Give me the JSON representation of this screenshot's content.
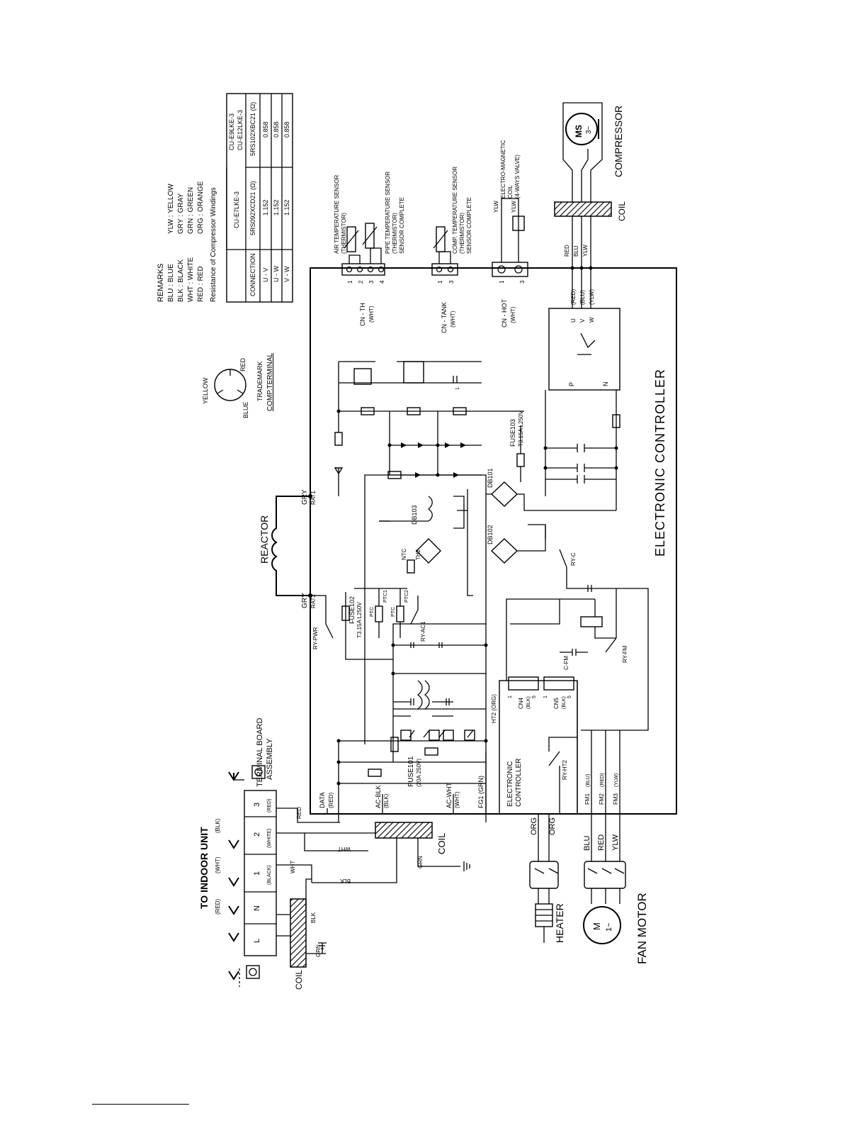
{
  "remarks": {
    "title": "REMARKS",
    "colors": [
      "BLU : BLUE",
      "BLK : BLACK",
      "WHT : WHITE",
      "RED : RED",
      "YLW : YELLOW",
      "GRY : GRAY",
      "GRN : GREEN",
      "ORG : ORANGE"
    ],
    "resistance_title": "Resistance of Compressor Windings",
    "table": {
      "headers": [
        "CONNECTION",
        "CU-E7LKE-3",
        "CU-E9LKE-3"
      ],
      "header_extra": "CU-E12LKE-3",
      "subheaders": [
        "",
        "5RS092XCD21 (Ω)",
        "5RS102XBC21 (Ω)"
      ],
      "rows": [
        [
          "U - V",
          "1.152",
          "0.858"
        ],
        [
          "U - W",
          "1.152",
          "0.858"
        ],
        [
          "V - W",
          "1.152",
          "0.858"
        ]
      ]
    }
  },
  "comp_terminal": {
    "title": "COMP.TERMINAL",
    "trademark": "TRADEMARK",
    "yellow": "YELLOW",
    "red": "RED",
    "blue": "BLUE"
  },
  "labels": {
    "to_indoor_unit": "TO INDOOR UNIT",
    "terminal_board": "TERMINAL BOARD",
    "assembly": "ASSEMBLY",
    "coil": "COIL",
    "reactor": "REACTOR",
    "electronic_controller": "ELECTRONIC CONTROLLER",
    "electronic_controller_small_1": "ELECTRONIC",
    "electronic_controller_small_2": "CONTROLLER",
    "compressor": "COMPRESSOR",
    "fan_motor": "FAN MOTOR",
    "heater": "HEATER",
    "motor_symbol_1": "M",
    "motor_symbol_2": "1~",
    "ms_symbol_1": "MS",
    "ms_symbol_2": "3~"
  },
  "terminal": {
    "cells": [
      "L",
      "N",
      "1",
      "2",
      "3"
    ],
    "sub": [
      "(BLACK)",
      "(WHITE)",
      "(RED)"
    ],
    "top": [
      "(BLK)",
      "(WHT)",
      "(RED)"
    ]
  },
  "wires": {
    "blk": "BLK",
    "wht": "WHT",
    "red": "RED",
    "grn": "GRN",
    "gry1": "GRY",
    "gry2": "GRY",
    "rat1": "RAT1",
    "rat2": "RAT2",
    "org1": "ORG",
    "org2": "ORG",
    "blu": "BLU",
    "ylw": "YLW"
  },
  "connectors": {
    "data": "DATA",
    "data_c": "(RED)",
    "acblk": "AC-BLK",
    "acblk_c": "(BLK)",
    "acwht": "AC-WHT",
    "acwht_c": "(WHT)",
    "fg1": "FG1 (GRN)",
    "ht2": "HT2 (ORG)",
    "cn4": "CN4",
    "cn4_c": "(BLK)",
    "cn5": "CN5",
    "cn5_c": "(BLK)",
    "fm1": "FM1",
    "fm1_c": "(BLU)",
    "fm2": "FM2",
    "fm2_c": "(RED)",
    "fm3": "FM3",
    "fm3_c": "(YLW)",
    "cnth": "CN - TH",
    "cnth_c": "(WHT)",
    "cntank": "CN - TANK",
    "cntank_c": "(WHT)",
    "cnhot": "CN - HOT",
    "cnhot_c": "(WHT)"
  },
  "components": {
    "fuse101": "FUSE101",
    "fuse101_r": "(20A 250V)",
    "fuse102": "FUSE102",
    "fuse102_r": "T3.15A L250V",
    "fuse103": "FUSE103",
    "fuse103_r": "T3.15A L250V",
    "ptc1": "PTC1",
    "ptc2": "PTC2",
    "ptc_a": "PTC",
    "ptc_b": "PTC",
    "ryac1": "RY-AC1",
    "rypwr": "RY-PWR",
    "ryc": "RY-C",
    "ryht2": "RY-HT2",
    "ryfm": "RY-FM",
    "cfm": "C-FM",
    "db101": "DB101",
    "db102": "DB102",
    "db103": "DB103",
    "ntc": "NTC",
    "th2": "TH2",
    "ip": "P",
    "in": "N",
    "iu": "U",
    "iv": "V",
    "iw": "W",
    "ured": "(RED)",
    "vblu": "(BLU)",
    "wylw": "(YLW)"
  },
  "sensors": {
    "air": "AIR TEMPERATURE SENSOR",
    "air_t": "(THERMISTOR)",
    "pipe": "PIPE TEMPERATURE SENSOR",
    "pipe_t": "(THERMISTOR)",
    "pipe_c": "SENSOR COMPLETE",
    "comp": "COMP. TEMPERATURE SENSOR",
    "comp_t": "(THERMISTOR)",
    "comp_c": "SENSOR COMPLETE",
    "valve": "ELECTRO-MAGNETIC",
    "valve_c": "COIL",
    "valve_w": "(4-WAYS VALVE)",
    "ylw1": "YLW",
    "ylw2": "YLW",
    "pins": [
      "1",
      "2",
      "3",
      "4"
    ],
    "pin1": "1",
    "pin3": "3",
    "hot1": "1",
    "hot3": "3",
    "wred": "RED",
    "wblu": "BLU",
    "wylw": "YLW"
  },
  "pins": {
    "cn_one": "1",
    "cn_five": "5",
    "cn5_one": "1",
    "cn5_five": "5"
  }
}
